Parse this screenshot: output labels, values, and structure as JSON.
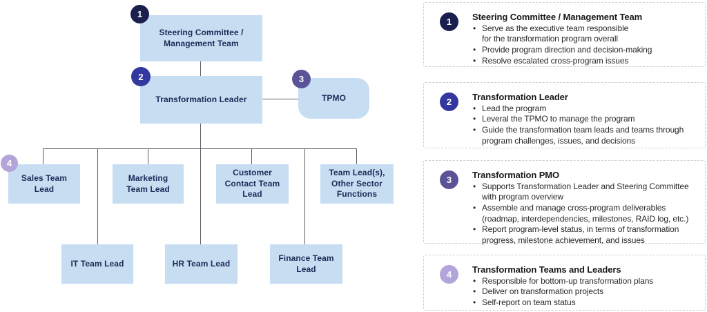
{
  "diagram": {
    "nodes": [
      {
        "badge": "1",
        "label": "Steering Committee /\nManagement Team"
      },
      {
        "badge": "2",
        "label": "Transformation Leader"
      },
      {
        "badge": "3",
        "label": "TPMO"
      },
      {
        "badge": "4",
        "label": "Sales Team\nLead"
      },
      {
        "label": "Marketing\nTeam Lead"
      },
      {
        "label": "Customer\nContact Team\nLead"
      },
      {
        "label": "Team Lead(s),\nOther Sector\nFunctions"
      },
      {
        "label": "IT Team Lead"
      },
      {
        "label": "HR Team Lead"
      },
      {
        "label": "Finance Team\nLead"
      }
    ]
  },
  "legend": {
    "items": [
      {
        "number": "1",
        "title": "Steering Committee / Management Team",
        "bullets": [
          "Serve as the executive team responsible\nfor the transformation program overall",
          "Provide program direction and decision-making",
          "Resolve escalated cross-program issues"
        ]
      },
      {
        "number": "2",
        "title": "Transformation Leader",
        "bullets": [
          "Lead the program",
          "Leveral the TPMO to manage the program",
          "Guide the transformation team leads and teams through\nprogram challenges, issues, and decisions"
        ]
      },
      {
        "number": "3",
        "title": "Transformation PMO",
        "bullets": [
          "Supports Transformation Leader and Steering Committee\nwith program overview",
          "Assemble and manage cross-program deliverables\n(roadmap, interdependencies, milestones, RAID log, etc.)",
          "Report program-level status, in terms of transformation\nprogress, milestone achievement, and issues"
        ]
      },
      {
        "number": "4",
        "title": "Transformation Teams and Leaders",
        "bullets": [
          "Responsible for bottom-up transformation plans",
          "Deliver on transformation projects",
          "Self-report on team status"
        ]
      }
    ]
  },
  "colors": {
    "node_fill": "#c7ddf2",
    "node_text": "#1a2b57",
    "badge_1": "#1b1f4e",
    "badge_2": "#32389e",
    "badge_3": "#5a5397",
    "badge_4": "#b3a5da",
    "connector": "#5c5c66",
    "legend_border": "#cfcfcf"
  }
}
